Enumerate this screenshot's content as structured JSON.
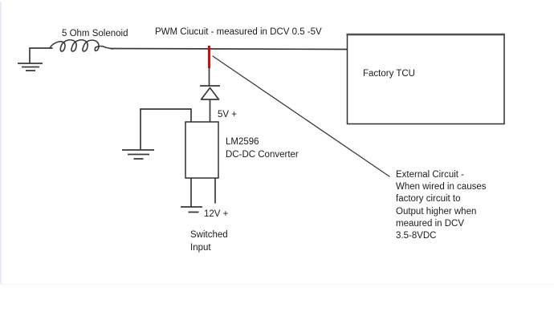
{
  "colors": {
    "line": "#3a3a3a",
    "text": "#1c1c1c",
    "red_probe_mark": "#ee0000",
    "canvas_edge_strip": "#e9e9f7",
    "background": "#ffffff"
  },
  "diagram": {
    "solenoid_label": "5 Ohm Solenoid",
    "pwm_label": "PWM Ciucuit - measured in DCV 0.5 -5V",
    "factory_tcu_label": "Factory TCU",
    "five_v_label": "5V +",
    "converter_label_1": "LM2596",
    "converter_label_2": "DC-DC Converter",
    "twelve_v_label": "12V +",
    "switched_label_1": "Switched",
    "switched_label_2": "Input",
    "external_note_lines": [
      "External Circuit -",
      "When wired in causes",
      "factory circuit to",
      "Output higher when",
      "meaured in DCV",
      "3.5-8VDC"
    ]
  }
}
